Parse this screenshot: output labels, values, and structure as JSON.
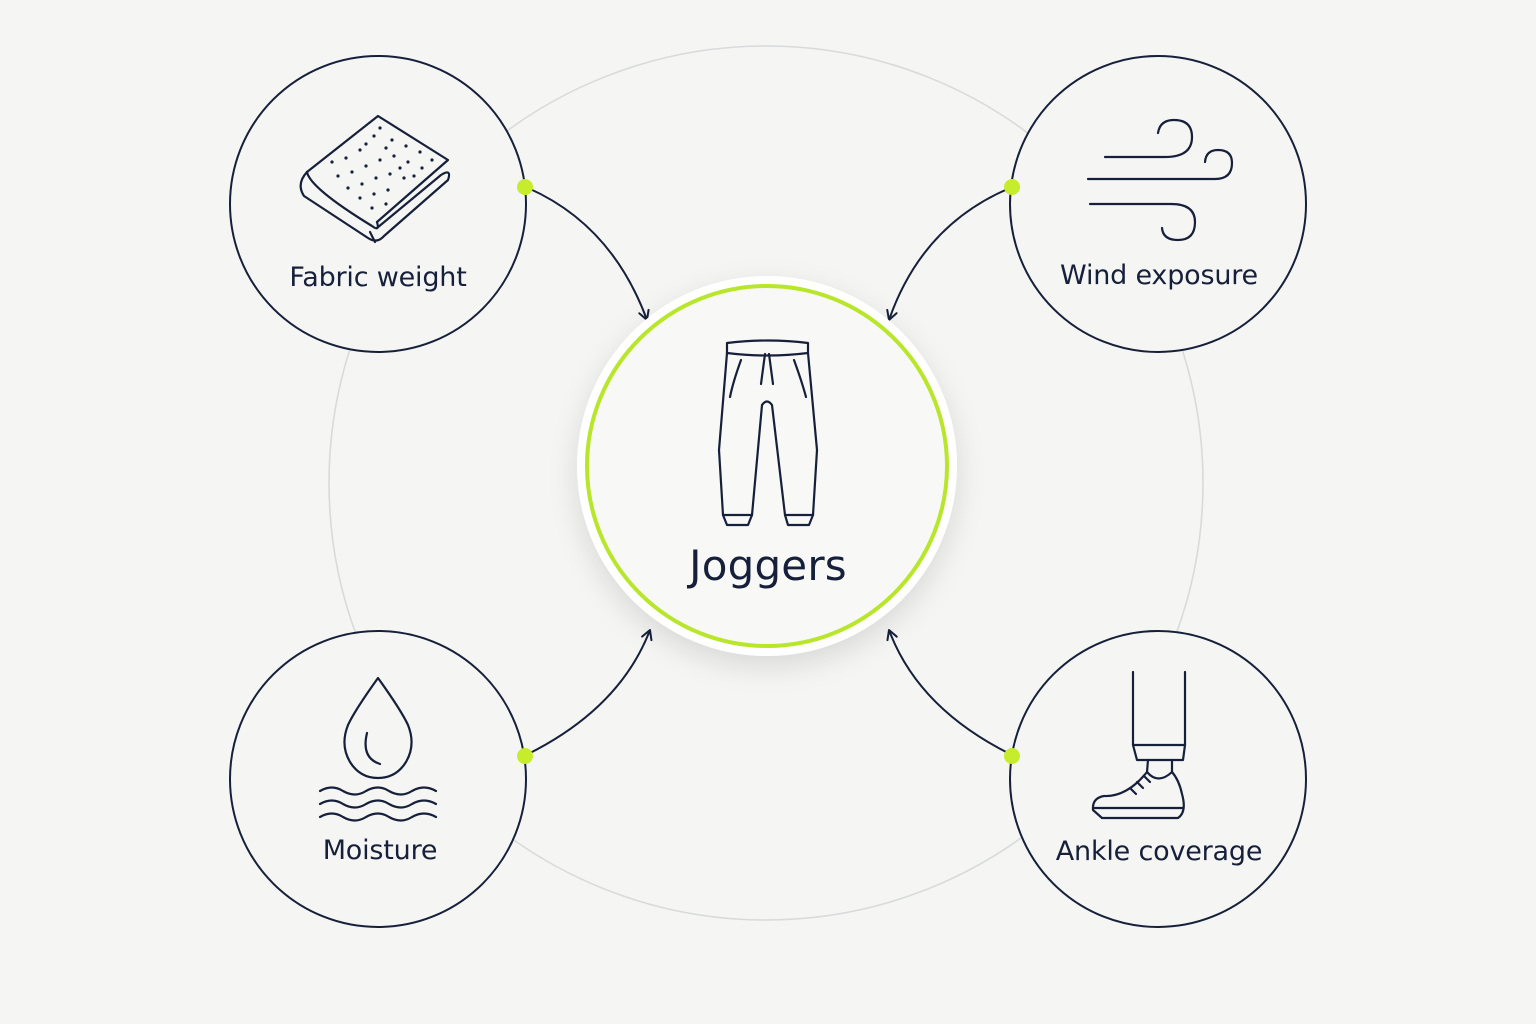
{
  "center": {
    "label": "Joggers",
    "icon": "joggers-icon"
  },
  "factors": [
    {
      "label": "Fabric weight",
      "icon": "folded-fabric-icon"
    },
    {
      "label": "Wind exposure",
      "icon": "wind-icon"
    },
    {
      "label": "Moisture",
      "icon": "water-drop-icon"
    },
    {
      "label": "Ankle coverage",
      "icon": "ankle-shoe-icon"
    }
  ],
  "colors": {
    "background": "#f5f5f3",
    "ink": "#16203a",
    "accent": "#b8e62a",
    "orbit": "#d8dbdb"
  }
}
